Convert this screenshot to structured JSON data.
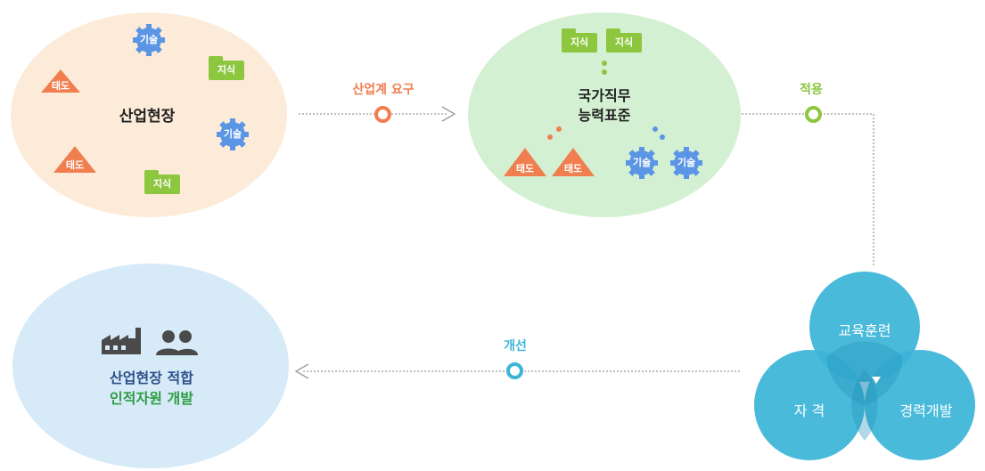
{
  "industry_site": {
    "title": "산업현장",
    "attitude_labels": [
      "태도",
      "태도"
    ],
    "knowledge_labels": [
      "지식",
      "지식"
    ],
    "skill_labels": [
      "기술",
      "기술"
    ]
  },
  "ncs": {
    "title_line1": "국가직무",
    "title_line2": "능력표준",
    "knowledge_labels": [
      "지식",
      "지식"
    ],
    "attitude_labels": [
      "태도",
      "태도"
    ],
    "skill_labels": [
      "기술",
      "기술"
    ]
  },
  "arrows": {
    "demand": "산업계 요구",
    "apply": "적용",
    "improve": "개선"
  },
  "venn": {
    "top": "교육훈련",
    "left": "자 격",
    "right": "경력개발"
  },
  "result": {
    "line1": "산업현장 적합",
    "line2": "인적자원 개발",
    "icons": [
      "factory-icon",
      "people-icon"
    ]
  },
  "colors": {
    "industry_bg": "#fdebd9",
    "ncs_bg": "#d4f0d2",
    "result_bg": "#d7eaf8",
    "venn_fill": "#3bb4d8",
    "orange": "#f07e4f",
    "green": "#8dc63f",
    "blue": "#5b95e5",
    "dark_green": "#2e9e44",
    "navy": "#2c4f8a"
  }
}
